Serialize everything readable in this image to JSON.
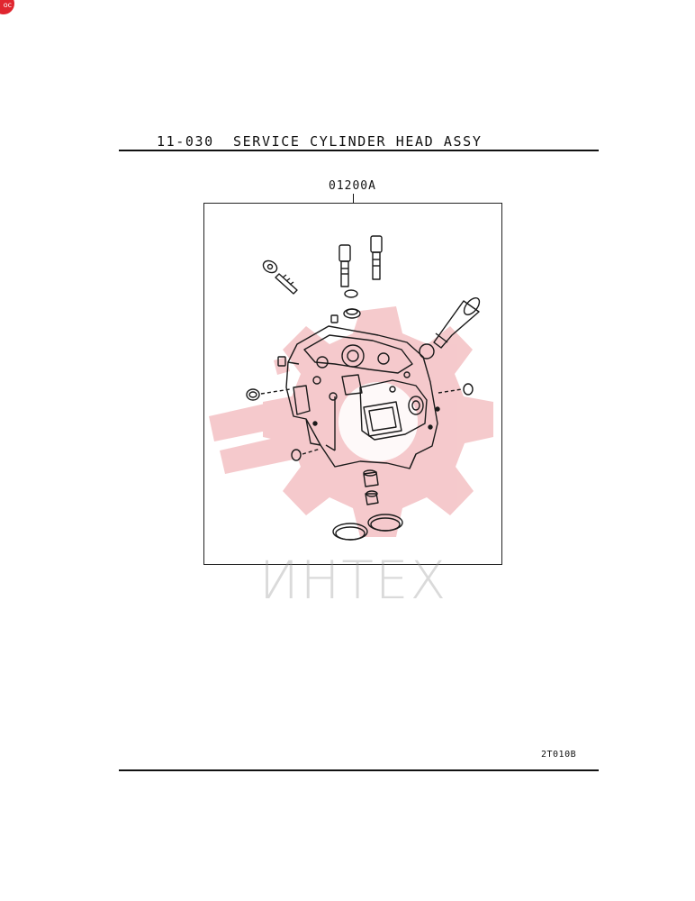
{
  "header": {
    "title": "11-030  SERVICE CYLINDER HEAD ASSY"
  },
  "illustration": {
    "part_number": "01200A",
    "watermark_text": "ИНТЕХ",
    "watermark_color": "#e23b3b",
    "subject_icon": "cylinder-head-exploded-drawing"
  },
  "footer": {
    "drawing_code": "2T010B"
  },
  "corner_badge": {
    "text": "oc",
    "color": "#e0262f"
  }
}
